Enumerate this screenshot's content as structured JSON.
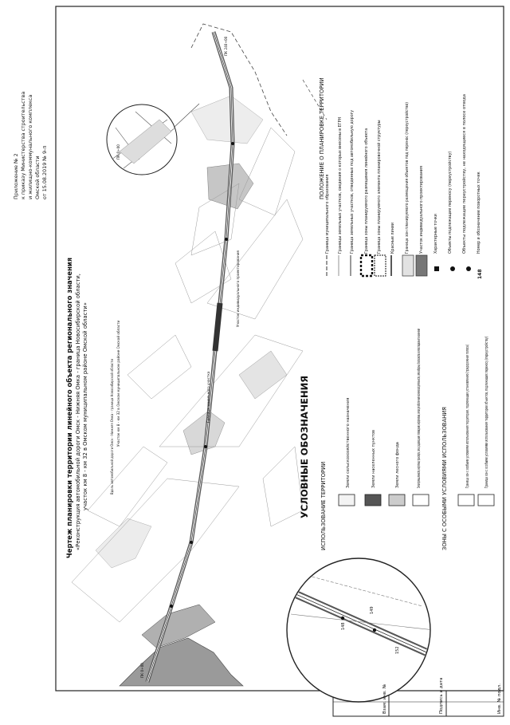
{
  "annex": {
    "line1": "Приложение № 2",
    "line2": "к приказу Министерства строительства",
    "line3": "и жилищно-коммунального комплекса",
    "line4": "Омской области",
    "line5": "от  15.08.2019 № 9-п"
  },
  "title": {
    "main": "Чертеж планировки территории линейного объекта регионального значения",
    "sub1": "«Реконструкция автомобильной дороги Омск - Нижняя Омка - граница Новосибирской области,",
    "sub2": "участок км 8 - км 32 в Омском муниципальном районе Омской области»"
  },
  "legend": {
    "heading": "УСЛОВНЫЕ ОБОЗНАЧЕНИЯ",
    "use_title": "ИСПОЛЬЗОВАНИЕ ТЕРРИТОРИИ",
    "use_items": [
      "Земли сельскохозяйственного назначения",
      "Земли населенных пунктов",
      "Земли лесного фонда",
      "Земли промышленности, энергетики, транспорта, связи, радиовещания, телевидения, информатики, земли для обеспечения космической деятельности, земли обороны, безопасности и земли специального назначения"
    ],
    "zones_title": "ЗОНЫ С ОСОБЫМИ УСЛОВИЯМИ ИСПОЛЬЗОВАНИЯ",
    "zones_items": [
      "Граница зон с особыми условиями использования территории, подлежащая установлению (придорожная полоса)",
      "Граница зон с особыми условиями использования территории объектов, подлежащих переносу (переустройству)"
    ],
    "plan_title": "ПОЛОЖЕНИЕ О ПЛАНИРОВКЕ ТЕРРИТОРИИ",
    "plan_items": [
      "Граница муниципального образования",
      "Границы земельных участков, сведения о которых внесены в ЕГРН",
      "Граница земельных участков, отведенных под автомобильную дорогу",
      "Граница зоны планируемого размещения линейного объекта",
      "Граница зоны планируемого элемента планировочной структуры",
      "Красные линии",
      "Граница зон планируемого размещения объектов под перенос (переустройство)",
      "Участок индивидуального проектирования"
    ],
    "point_items": [
      "Характерные точки",
      "Объекты подлежащие переносу (переустройству)",
      "Объекты подлежащие переустройству, не находящиеся в полосе отвода",
      "Номер и обозначение поворотных точек"
    ],
    "point_number": "148"
  },
  "stamp": {
    "cell1": "Инв. № подл.",
    "cell2": "Подпись и дата",
    "cell3": "Взам. инв. №"
  },
  "map_labels": [
    "Участок км 8 - км 32 в Омском муниципальном районе Омской области",
    "Вдоль автомобильной дороги Омск - Нижняя Омка - граница Новосибирской области",
    "Граница земельного участка",
    "Участок индивидуального проектирования",
    "ПК 0+00",
    "ПК 240+00"
  ],
  "inset": {
    "labels": [
      "ПК 0+00",
      "148",
      "149",
      "152"
    ]
  }
}
